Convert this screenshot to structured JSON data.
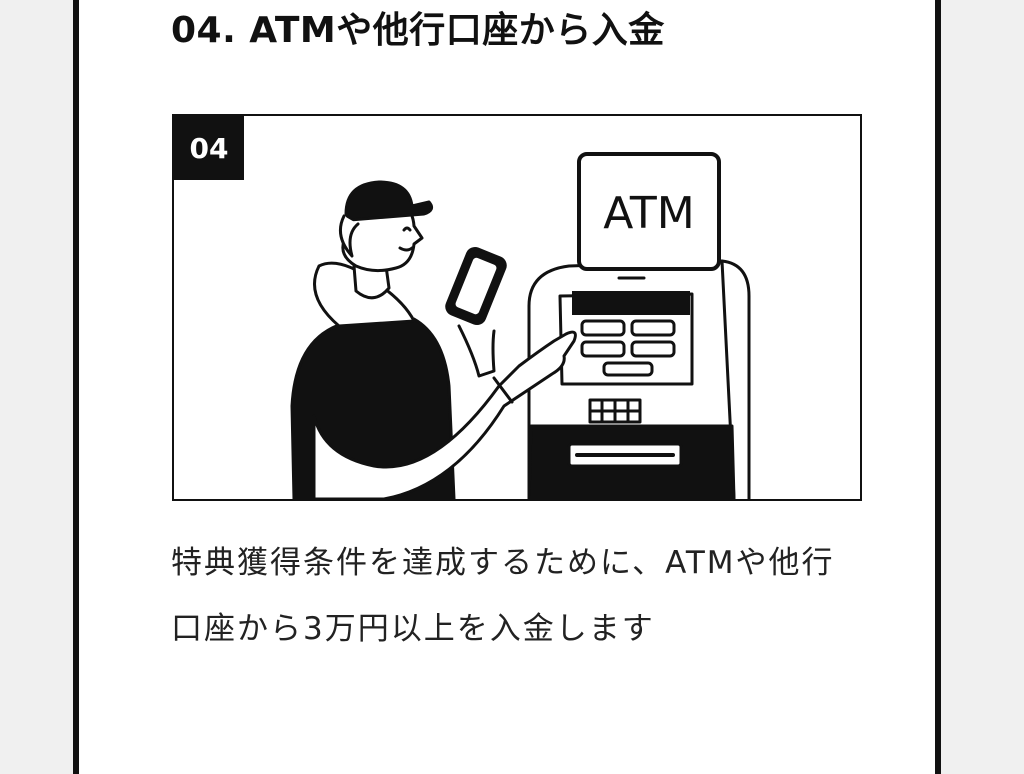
{
  "step": {
    "title": "04. ATMや他行口座から入金",
    "badge": "04",
    "illustration": {
      "atm_screen_text": "ATM"
    },
    "description": "特典獲得条件を達成するために、ATMや他行口座から3万円以上を入金します"
  }
}
